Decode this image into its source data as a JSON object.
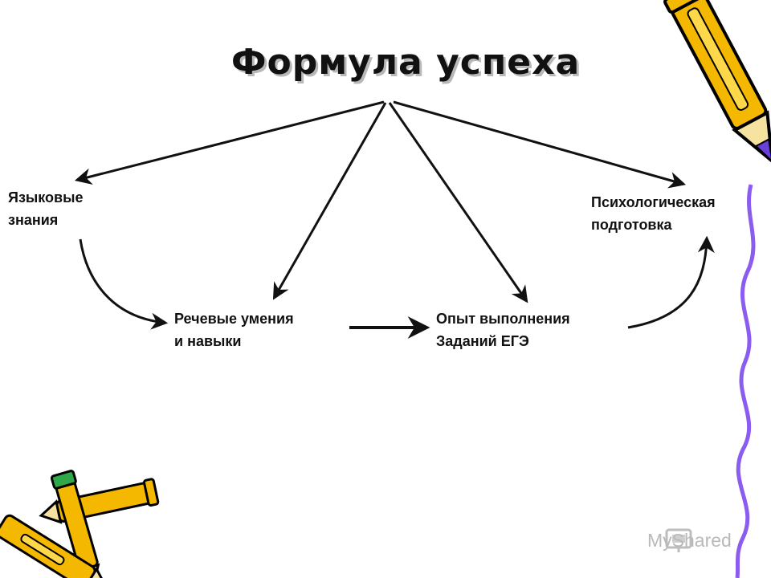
{
  "diagram": {
    "title": "Формула успеха",
    "nodes": {
      "language": {
        "line1": "Языковые",
        "line2": "знания"
      },
      "speech": {
        "line1": "Речевые умения",
        "line2": "и навыки"
      },
      "experience": {
        "line1": "Опыт выполнения",
        "line2": "Заданий ЕГЭ"
      },
      "psych": {
        "line1": "Психологическая",
        "line2": "подготовка"
      }
    },
    "edges": [
      {
        "from": "title",
        "to": "language"
      },
      {
        "from": "title",
        "to": "speech"
      },
      {
        "from": "title",
        "to": "experience"
      },
      {
        "from": "title",
        "to": "psych"
      },
      {
        "from": "language",
        "to": "speech"
      },
      {
        "from": "speech",
        "to": "experience"
      },
      {
        "from": "experience",
        "to": "psych"
      }
    ]
  },
  "watermark": {
    "text": "MyShared"
  },
  "colors": {
    "pencil_body": "#f5b800",
    "pencil_outline": "#000000",
    "pencil_lead": "#6a3fd8",
    "squiggle": "#8a5cf0",
    "green_cap": "#2fa84a",
    "red_cap": "#e02020"
  }
}
